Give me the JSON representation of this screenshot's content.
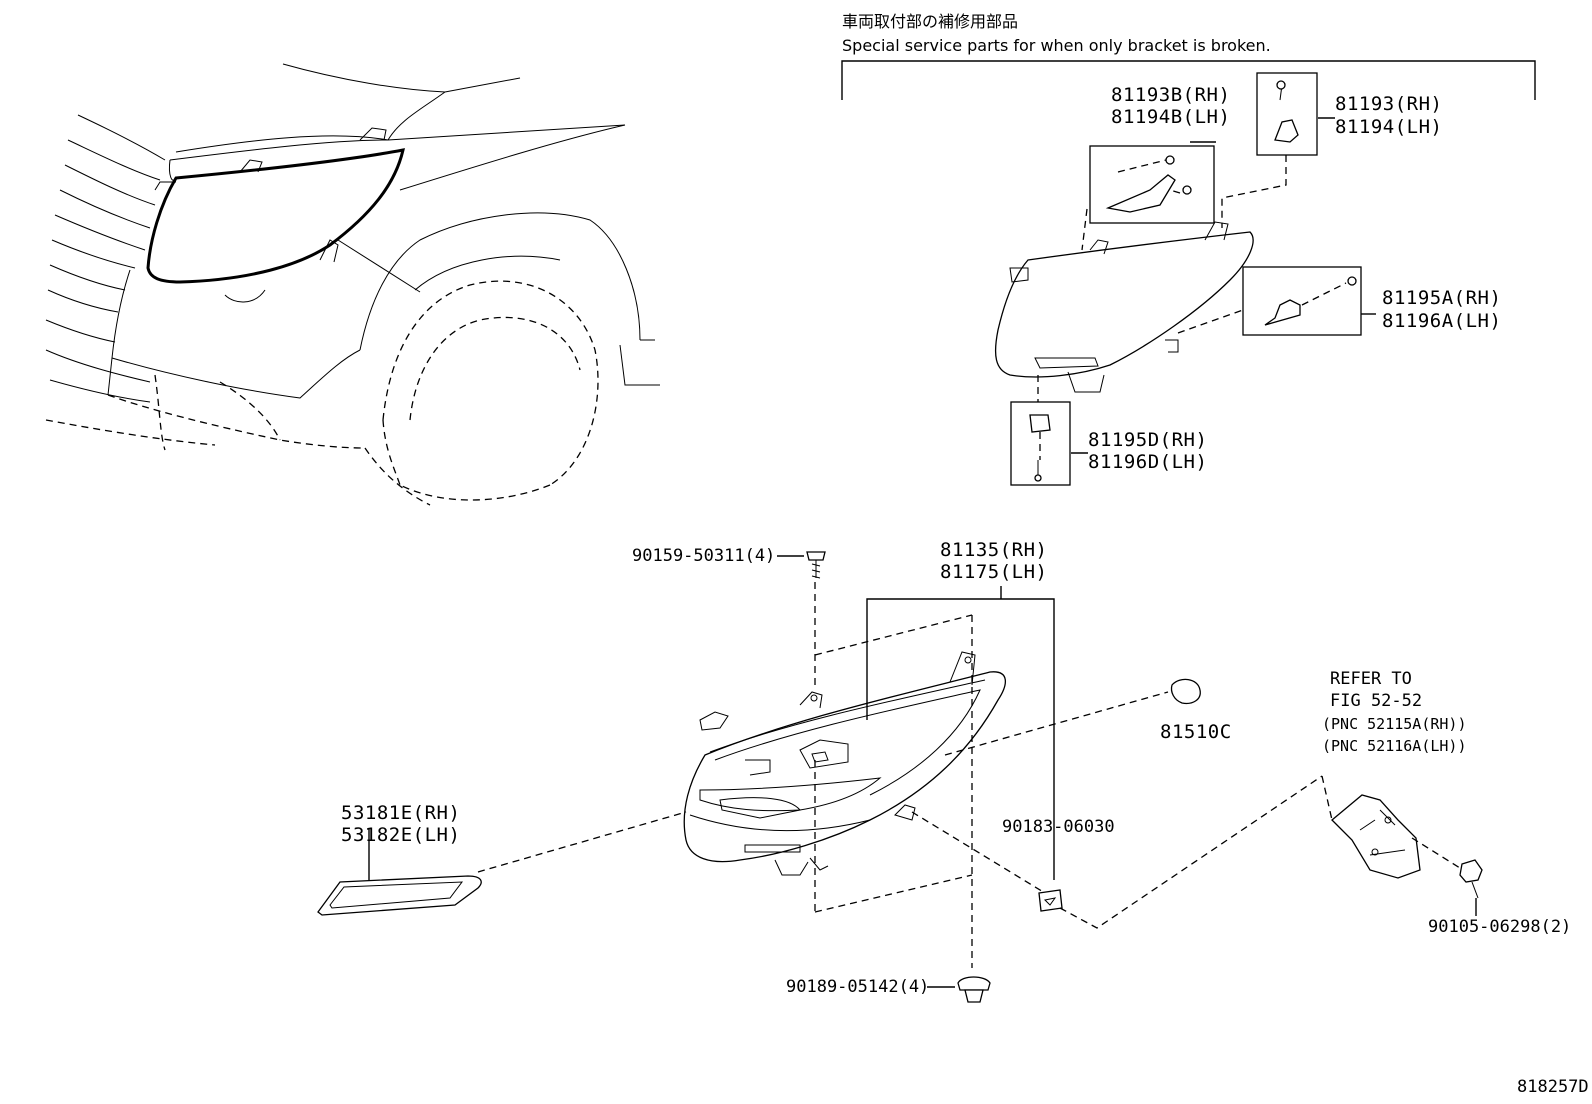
{
  "header": {
    "japanese_note": "車両取付部の補修用部品",
    "english_note": "Special service parts for when only bracket is broken."
  },
  "callouts": {
    "c81193B": {
      "line1": "81193B(RH)",
      "line2": "81194B(LH)"
    },
    "c81193": {
      "line1": "81193(RH)",
      "line2": "81194(LH)"
    },
    "c81195A": {
      "line1": "81195A(RH)",
      "line2": "81196A(LH)"
    },
    "c81195D": {
      "line1": "81195D(RH)",
      "line2": "81196D(LH)"
    },
    "c81135": {
      "line1": "81135(RH)",
      "line2": "81175(LH)"
    },
    "c90159": {
      "line1": "90159-50311(4)"
    },
    "c81510C": {
      "line1": "81510C"
    },
    "c90183": {
      "line1": "90183-06030"
    },
    "c53181E": {
      "line1": "53181E(RH)",
      "line2": "53182E(LH)"
    },
    "c90189": {
      "line1": "90189-05142(4)"
    },
    "c90105": {
      "line1": "90105-06298(2)"
    },
    "refer": {
      "line1": "REFER TO",
      "line2": "FIG 52-52",
      "line3": "(PNC 52115A(RH))",
      "line4": "(PNC 52116A(LH))"
    }
  },
  "figure_id": "818257D"
}
